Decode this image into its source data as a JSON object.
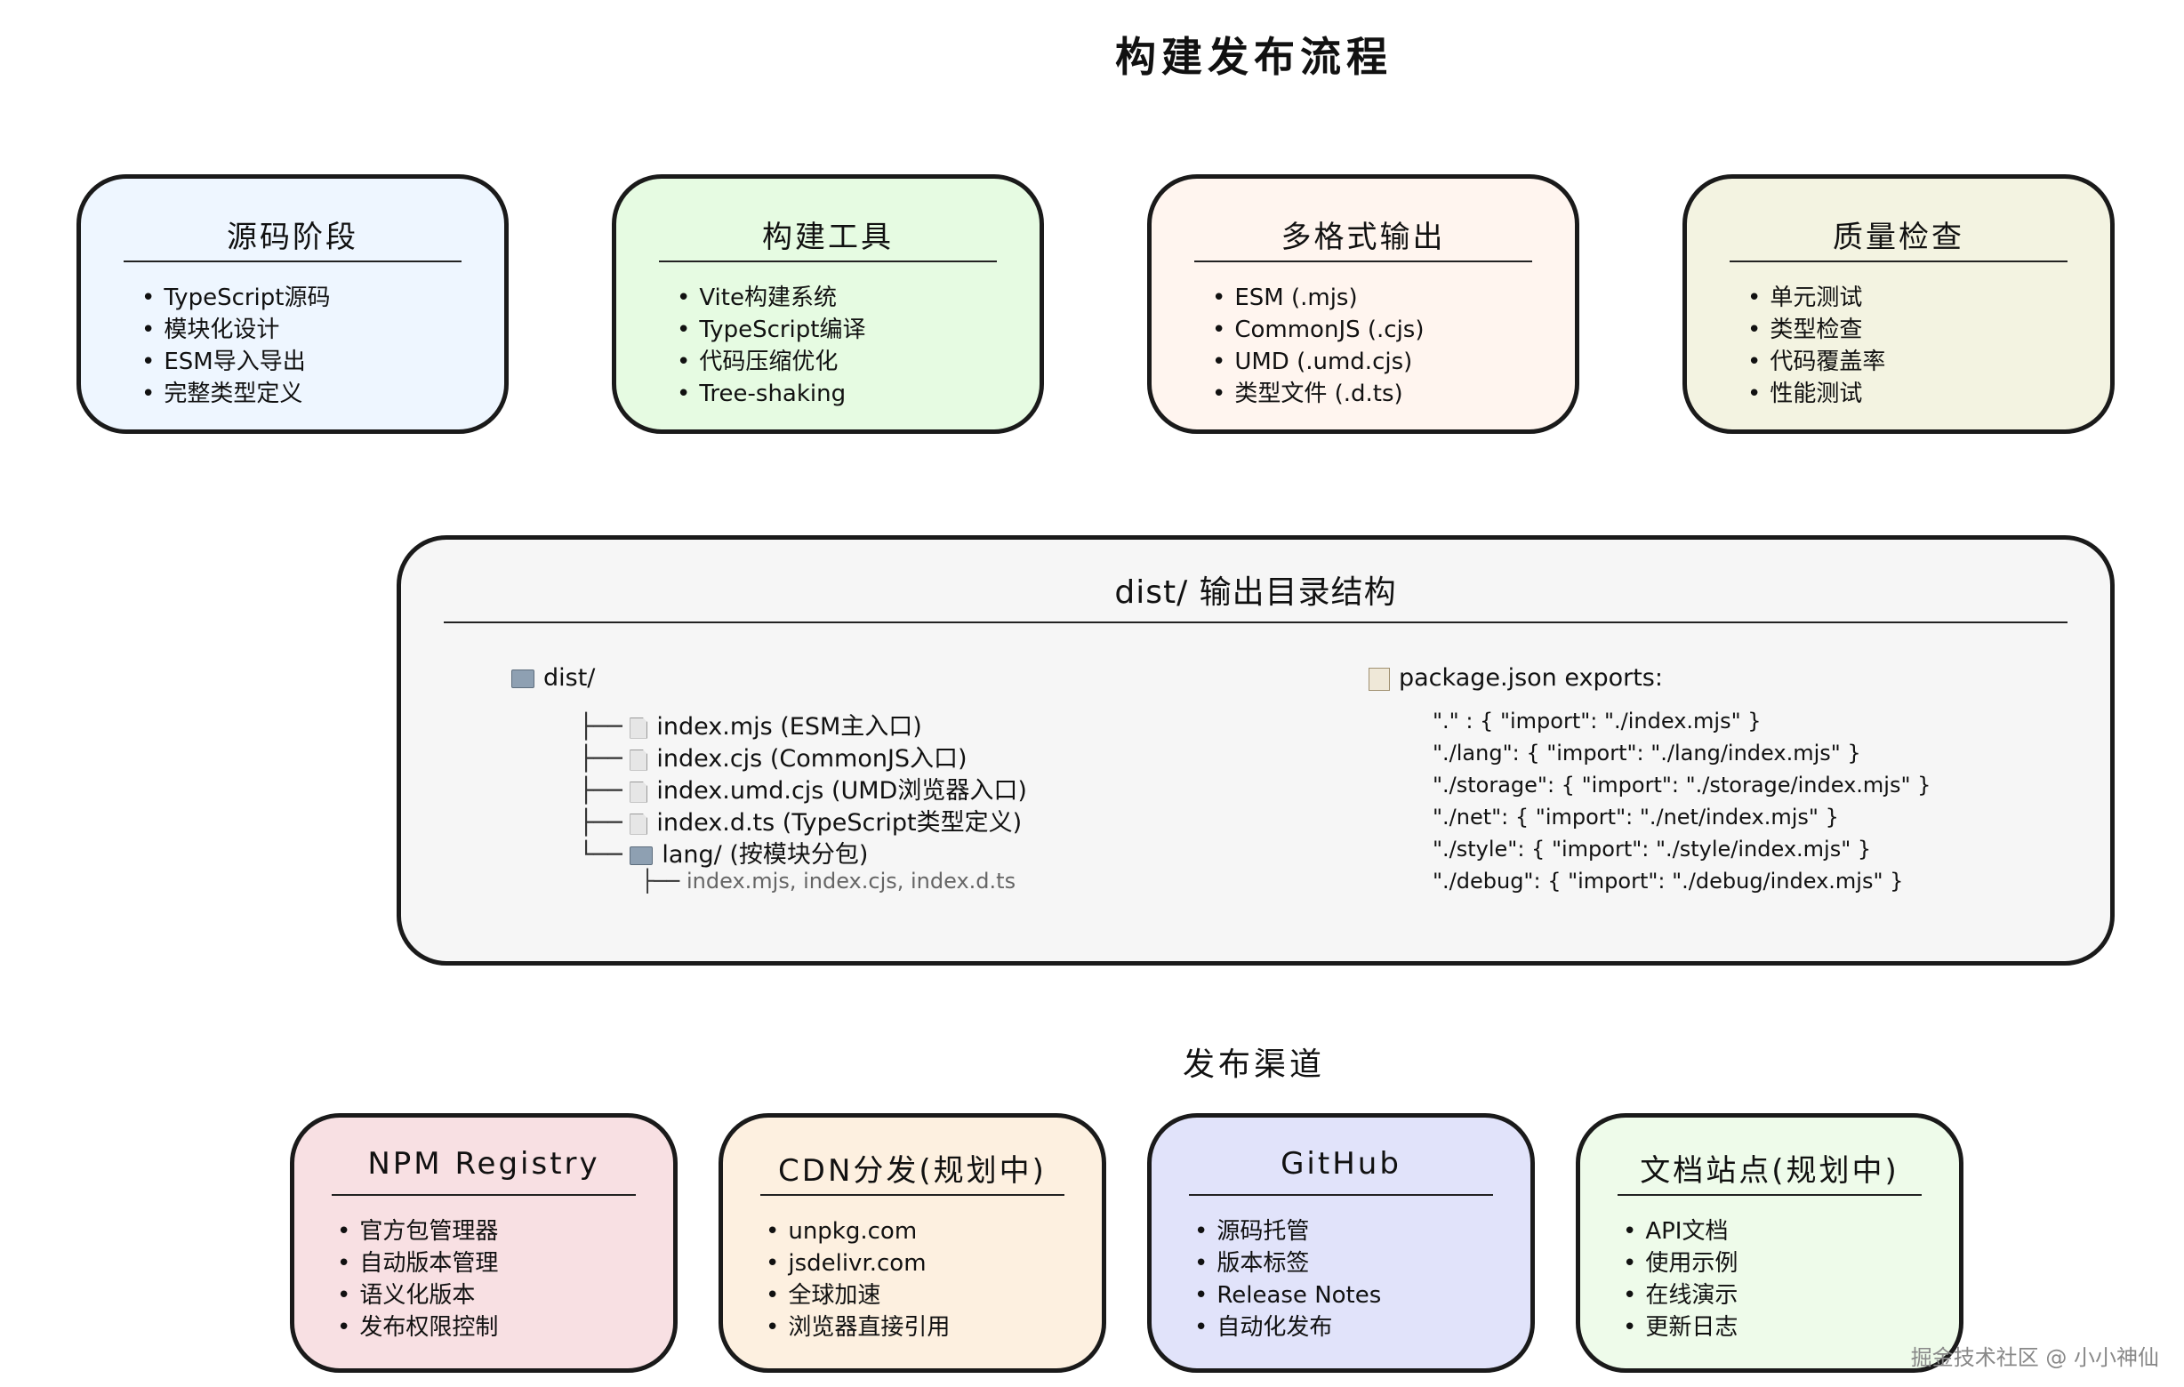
{
  "title": "构建发布流程",
  "stages": [
    {
      "title": "源码阶段",
      "bg": "#eef6ff",
      "items": [
        "TypeScript源码",
        "模块化设计",
        "ESM导入导出",
        "完整类型定义"
      ]
    },
    {
      "title": "构建工具",
      "bg": "#e6fbe2",
      "items": [
        "Vite构建系统",
        "TypeScript编译",
        "代码压缩优化",
        "Tree-shaking"
      ]
    },
    {
      "title": "多格式输出",
      "bg": "#fff5ef",
      "items": [
        "ESM (.mjs)",
        "CommonJS (.cjs)",
        "UMD (.umd.cjs)",
        "类型文件 (.d.ts)"
      ]
    },
    {
      "title": "质量检查",
      "bg": "#f3f3e1",
      "items": [
        "单元测试",
        "类型检查",
        "代码覆盖率",
        "性能测试"
      ]
    }
  ],
  "dist": {
    "title": "dist/ 输出目录结构",
    "root": "dist/",
    "tree_prefix_mid": "├──",
    "tree_prefix_last": "└──",
    "tree_prefix_sub": "├──",
    "files": [
      "index.mjs (ESM主入口)",
      "index.cjs (CommonJS入口)",
      "index.umd.cjs (UMD浏览器入口)",
      "index.d.ts (TypeScript类型定义)"
    ],
    "folder": "lang/ (按模块分包)",
    "subfiles": "index.mjs, index.cjs, index.d.ts",
    "exports_title": "package.json exports:",
    "exports": [
      "\".\" : { \"import\": \"./index.mjs\" }",
      "\"./lang\": { \"import\": \"./lang/index.mjs\" }",
      "\"./storage\": { \"import\": \"./storage/index.mjs\" }",
      "\"./net\": { \"import\": \"./net/index.mjs\" }",
      "\"./style\": { \"import\": \"./style/index.mjs\" }",
      "\"./debug\": { \"import\": \"./debug/index.mjs\" }"
    ]
  },
  "channels_title": "发布渠道",
  "channels": [
    {
      "title": "NPM Registry",
      "bg": "#f8e0e3",
      "items": [
        "官方包管理器",
        "自动版本管理",
        "语义化版本",
        "发布权限控制"
      ]
    },
    {
      "title": "CDN分发(规划中)",
      "bg": "#fdf0e0",
      "items": [
        "unpkg.com",
        "jsdelivr.com",
        "全球加速",
        "浏览器直接引用"
      ]
    },
    {
      "title": "GitHub",
      "bg": "#e1e3fa",
      "items": [
        "源码托管",
        "版本标签",
        "Release Notes",
        "自动化发布"
      ]
    },
    {
      "title": "文档站点(规划中)",
      "bg": "#eefbea",
      "items": [
        "API文档",
        "使用示例",
        "在线演示",
        "更新日志"
      ]
    }
  ],
  "watermark": "掘金技术社区 @ 小小神仙"
}
